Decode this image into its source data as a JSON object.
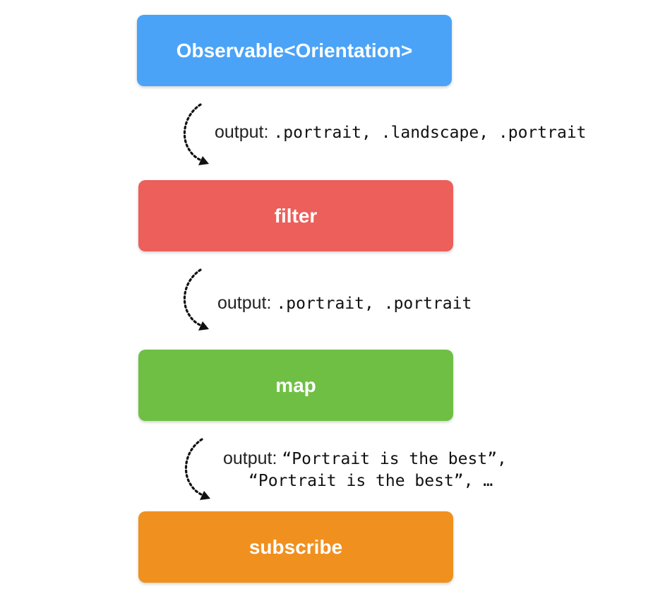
{
  "nodes": [
    {
      "id": "observable",
      "label": "Observable<Orientation>",
      "color": "#4aa3f7"
    },
    {
      "id": "filter",
      "label": "filter",
      "color": "#ec5f5a"
    },
    {
      "id": "map",
      "label": "map",
      "color": "#6fbf45"
    },
    {
      "id": "subscribe",
      "label": "subscribe",
      "color": "#f0901f"
    }
  ],
  "edges": [
    {
      "prefix": "output:",
      "code": ".portrait, .landscape, .portrait"
    },
    {
      "prefix": "output:",
      "code": ".portrait, .portrait"
    },
    {
      "prefix": "output:",
      "code": "“Portrait is the best”,",
      "code_line2": "“Portrait is the best”, …"
    }
  ],
  "arrow_style": {
    "color": "#111111",
    "stroke": "dotted"
  }
}
